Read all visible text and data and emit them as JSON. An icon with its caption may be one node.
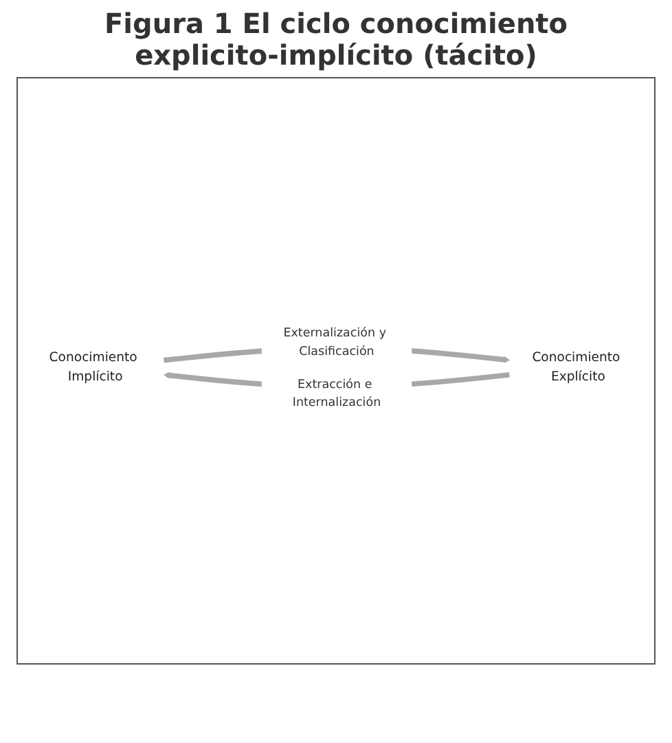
{
  "diagram": {
    "title": "Figura 1 El ciclo conocimiento explicito-implícito (tácito)",
    "nodes": [
      {
        "text": [
          "Conocimiento Implícito"
        ]
      },
      {
        "text": [
          "Conocimiento Explícito"
        ]
      }
    ],
    "edges": [
      {
        "from": 0,
        "to": 1,
        "arrow": "to",
        "label": "Externalización y Clasificación"
      },
      {
        "from": 1,
        "to": 0,
        "arrow": "to",
        "label": "Extracción e Internalización"
      }
    ]
  }
}
